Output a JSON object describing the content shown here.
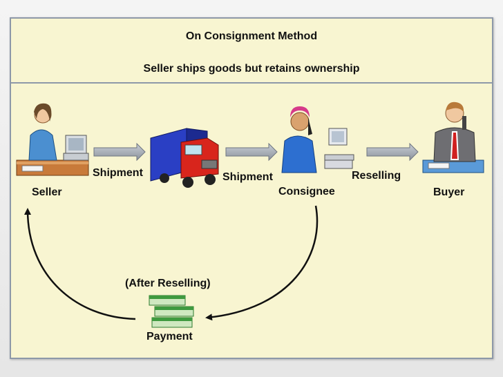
{
  "diagram": {
    "title": "On Consignment Method",
    "subtitle": "Seller ships goods but retains ownership",
    "nodes": {
      "seller": "Seller",
      "consignee": "Consignee",
      "buyer": "Buyer",
      "payment": "Payment"
    },
    "edges": {
      "shipment_1": "Shipment",
      "shipment_2": "Shipment",
      "reselling": "Reselling",
      "after_reselling": "(After Reselling)"
    }
  }
}
